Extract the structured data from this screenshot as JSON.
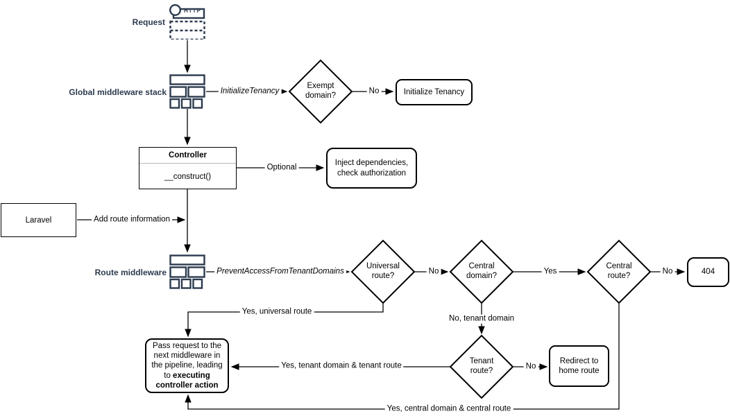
{
  "colors": {
    "navy_accent": "#2c3a4e",
    "line": "#000000",
    "shape_fill": "#ffffff"
  },
  "nodes": {
    "request": {
      "label": "Request",
      "protocol": "HTTP"
    },
    "global_middleware_stack": {
      "label": "Global middleware stack"
    },
    "exempt_domain": {
      "label": "Exempt domain?"
    },
    "initialize_tenancy": {
      "label": "Initialize Tenancy"
    },
    "controller": {
      "title": "Controller",
      "member": "__construct()"
    },
    "inject_dependencies": {
      "label": "Inject dependencies, check authorization"
    },
    "laravel": {
      "label": "Laravel"
    },
    "route_middleware": {
      "label": "Route middleware"
    },
    "universal_route": {
      "label": "Universal route?"
    },
    "central_domain": {
      "label": "Central domain?"
    },
    "central_route": {
      "label": "Central route?"
    },
    "not_found": {
      "label": "404"
    },
    "tenant_route": {
      "label": "Tenant route?"
    },
    "redirect_home": {
      "label": "Redirect to home route"
    },
    "pass_request": {
      "text": "Pass request to the next middleware in the pipeline, leading to ",
      "bold": "executing controller action"
    }
  },
  "edge_labels": {
    "initialize_tenancy": "InitializeTenancy",
    "exempt_no": "No",
    "optional": "Optional",
    "add_route_information": "Add route information",
    "prevent_access": "PreventAccessFromTenantDomains",
    "universal_no": "No",
    "central_domain_yes": "Yes",
    "central_route_no": "No",
    "universal_yes": "Yes, universal route",
    "tenant_domain_no": "No, tenant domain",
    "tenant_route_no": "No",
    "tenant_route_yes": "Yes, tenant domain & tenant route",
    "central_route_yes": "Yes, central domain & central route"
  }
}
